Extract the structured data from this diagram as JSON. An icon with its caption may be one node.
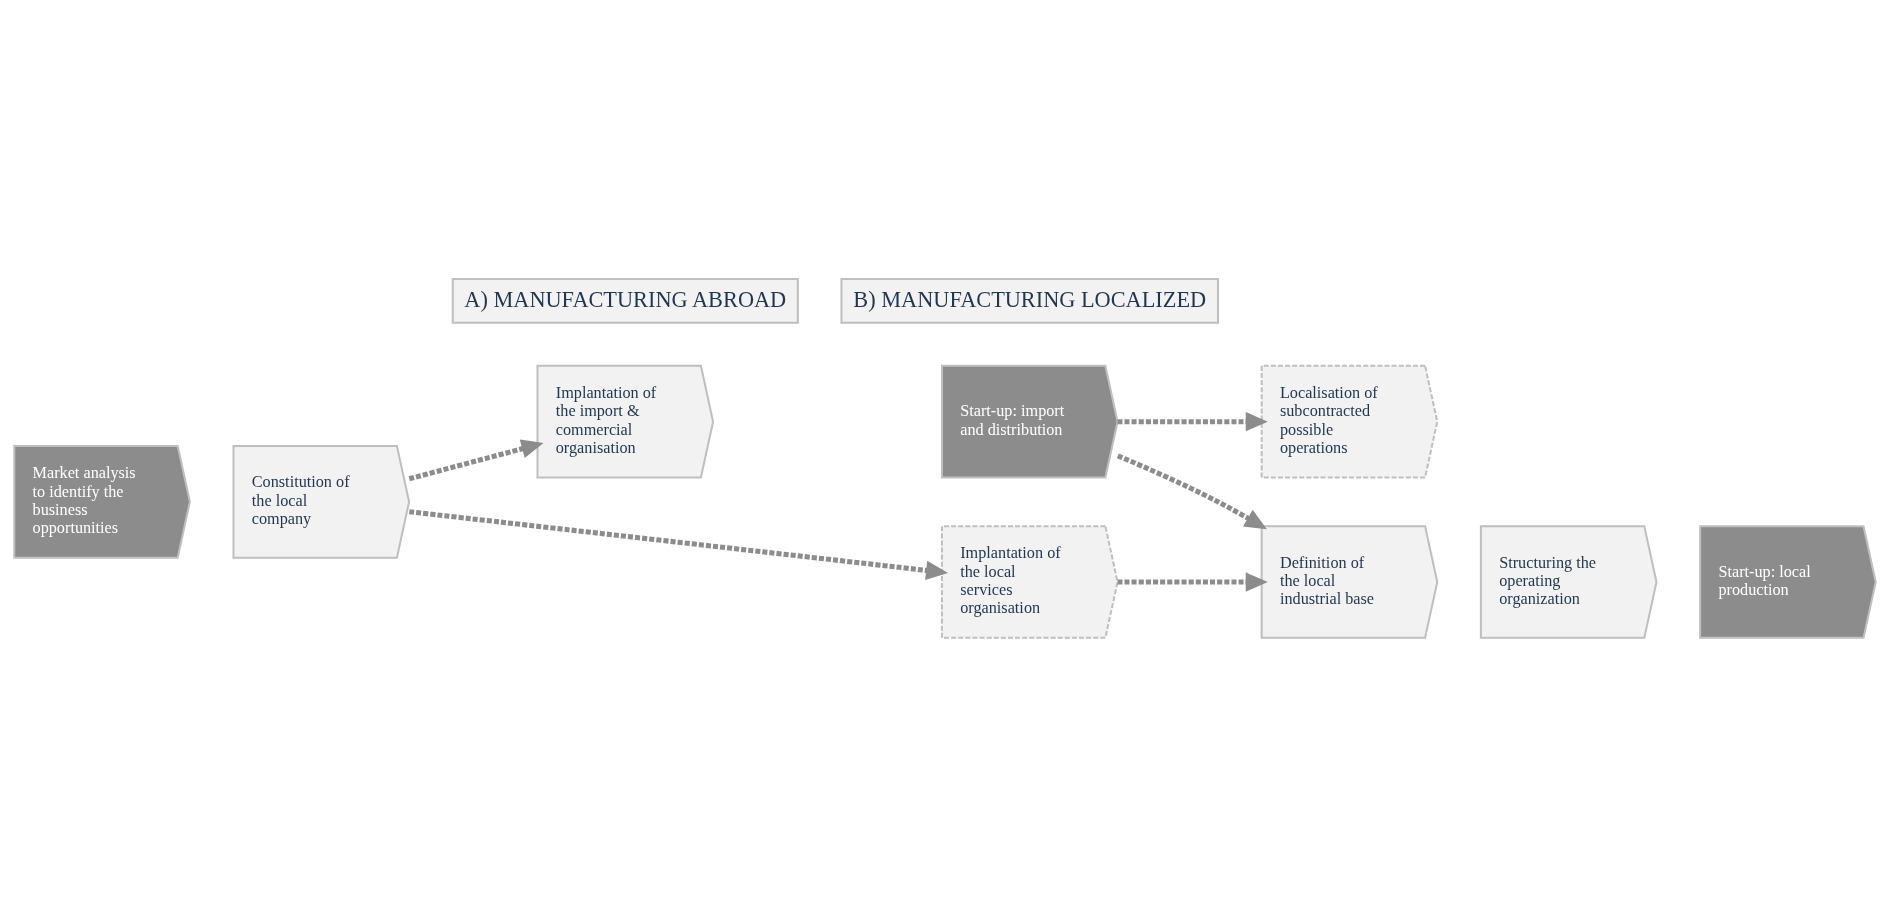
{
  "diagram": {
    "nodes": [
      {
        "text": [
          "A) MANUFACTURING ABROAD"
        ]
      },
      {
        "text": [
          "Market analysis to identify the business opportunities"
        ]
      },
      {
        "text": [
          "Constitution of the local company"
        ]
      },
      {
        "text": [
          "Implantation of the import & commercial organisation"
        ]
      },
      {
        "text": [
          "Start-up: import and distribution"
        ]
      },
      {
        "text": [
          "Localisation of subcontracted possible operations"
        ]
      },
      {
        "text": [
          "Implantation of the local services organisation"
        ]
      },
      {
        "text": [
          "Definition of the local industrial base"
        ]
      },
      {
        "text": [
          "Structuring the operating organization"
        ]
      },
      {
        "text": [
          "Start-up: local production"
        ]
      },
      {
        "text": [
          "B) MANUFACTURING LOCALIZED"
        ]
      }
    ],
    "edges": [
      {
        "from": 2,
        "to": 3,
        "arrow": "to",
        "style": "dashed"
      },
      {
        "from": 2,
        "to": 6,
        "arrow": "to",
        "style": "dashed"
      },
      {
        "from": 4,
        "to": 5,
        "arrow": "to",
        "style": "dashed"
      },
      {
        "from": 4,
        "to": 7,
        "arrow": "to",
        "style": "dashed"
      },
      {
        "from": 6,
        "to": 7,
        "arrow": "to",
        "style": "dashed"
      }
    ]
  }
}
